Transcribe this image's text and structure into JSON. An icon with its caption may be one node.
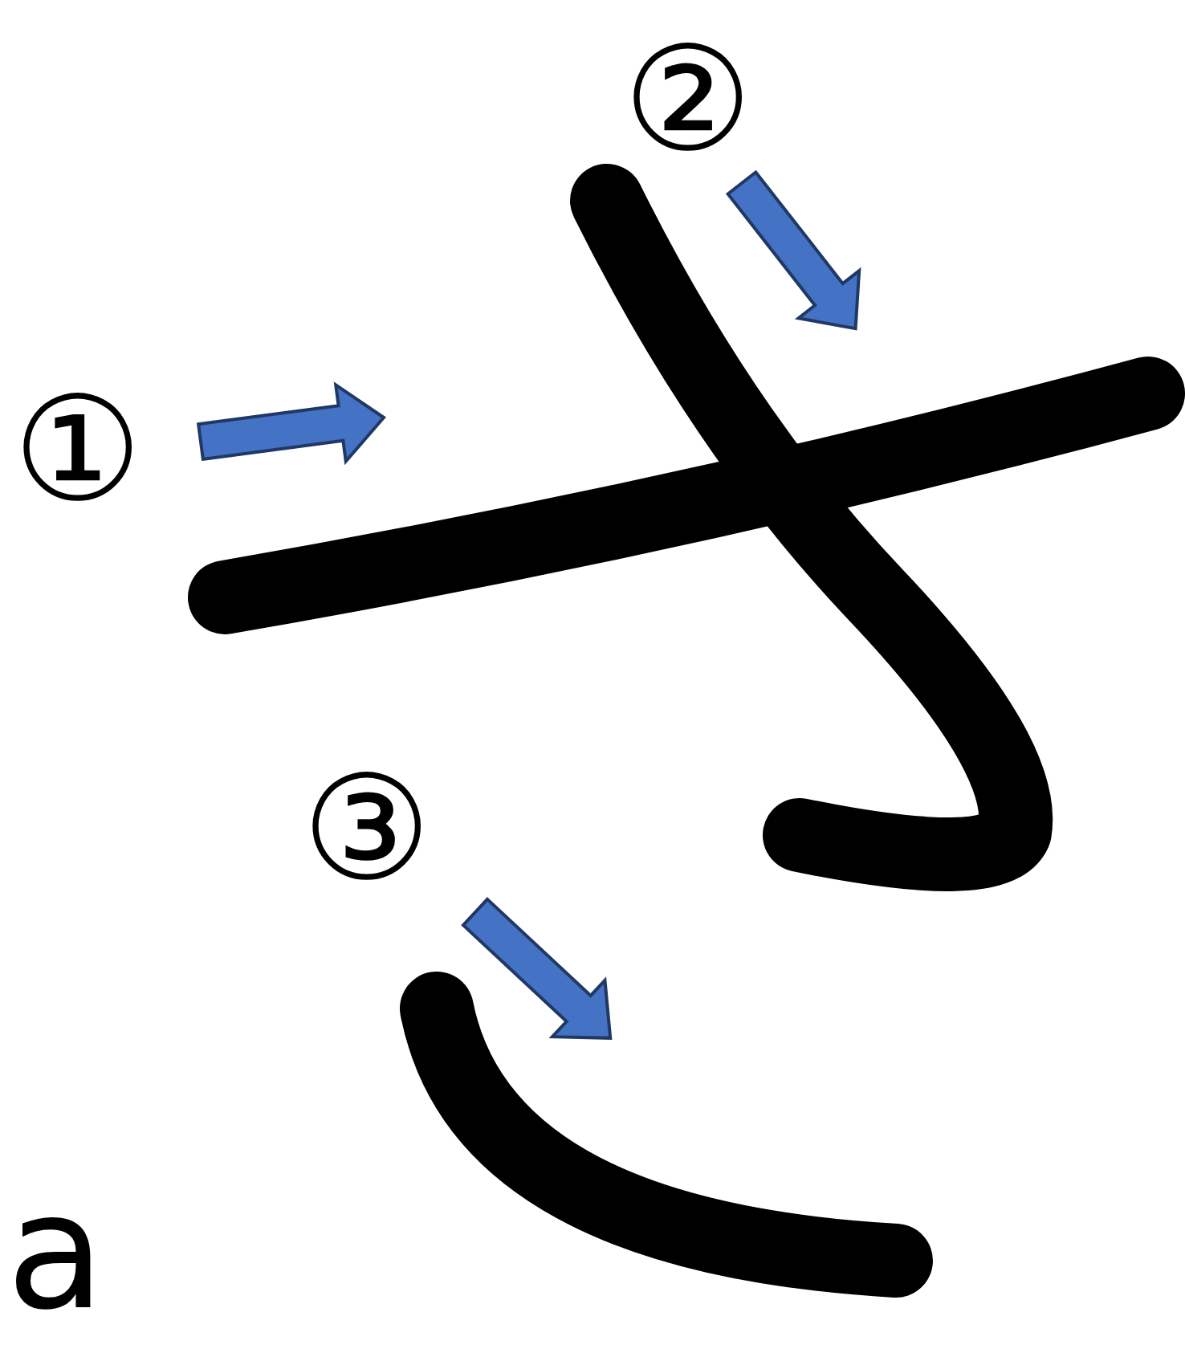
{
  "diagram": {
    "labels": [
      "①",
      "②",
      "③",
      "a"
    ]
  }
}
